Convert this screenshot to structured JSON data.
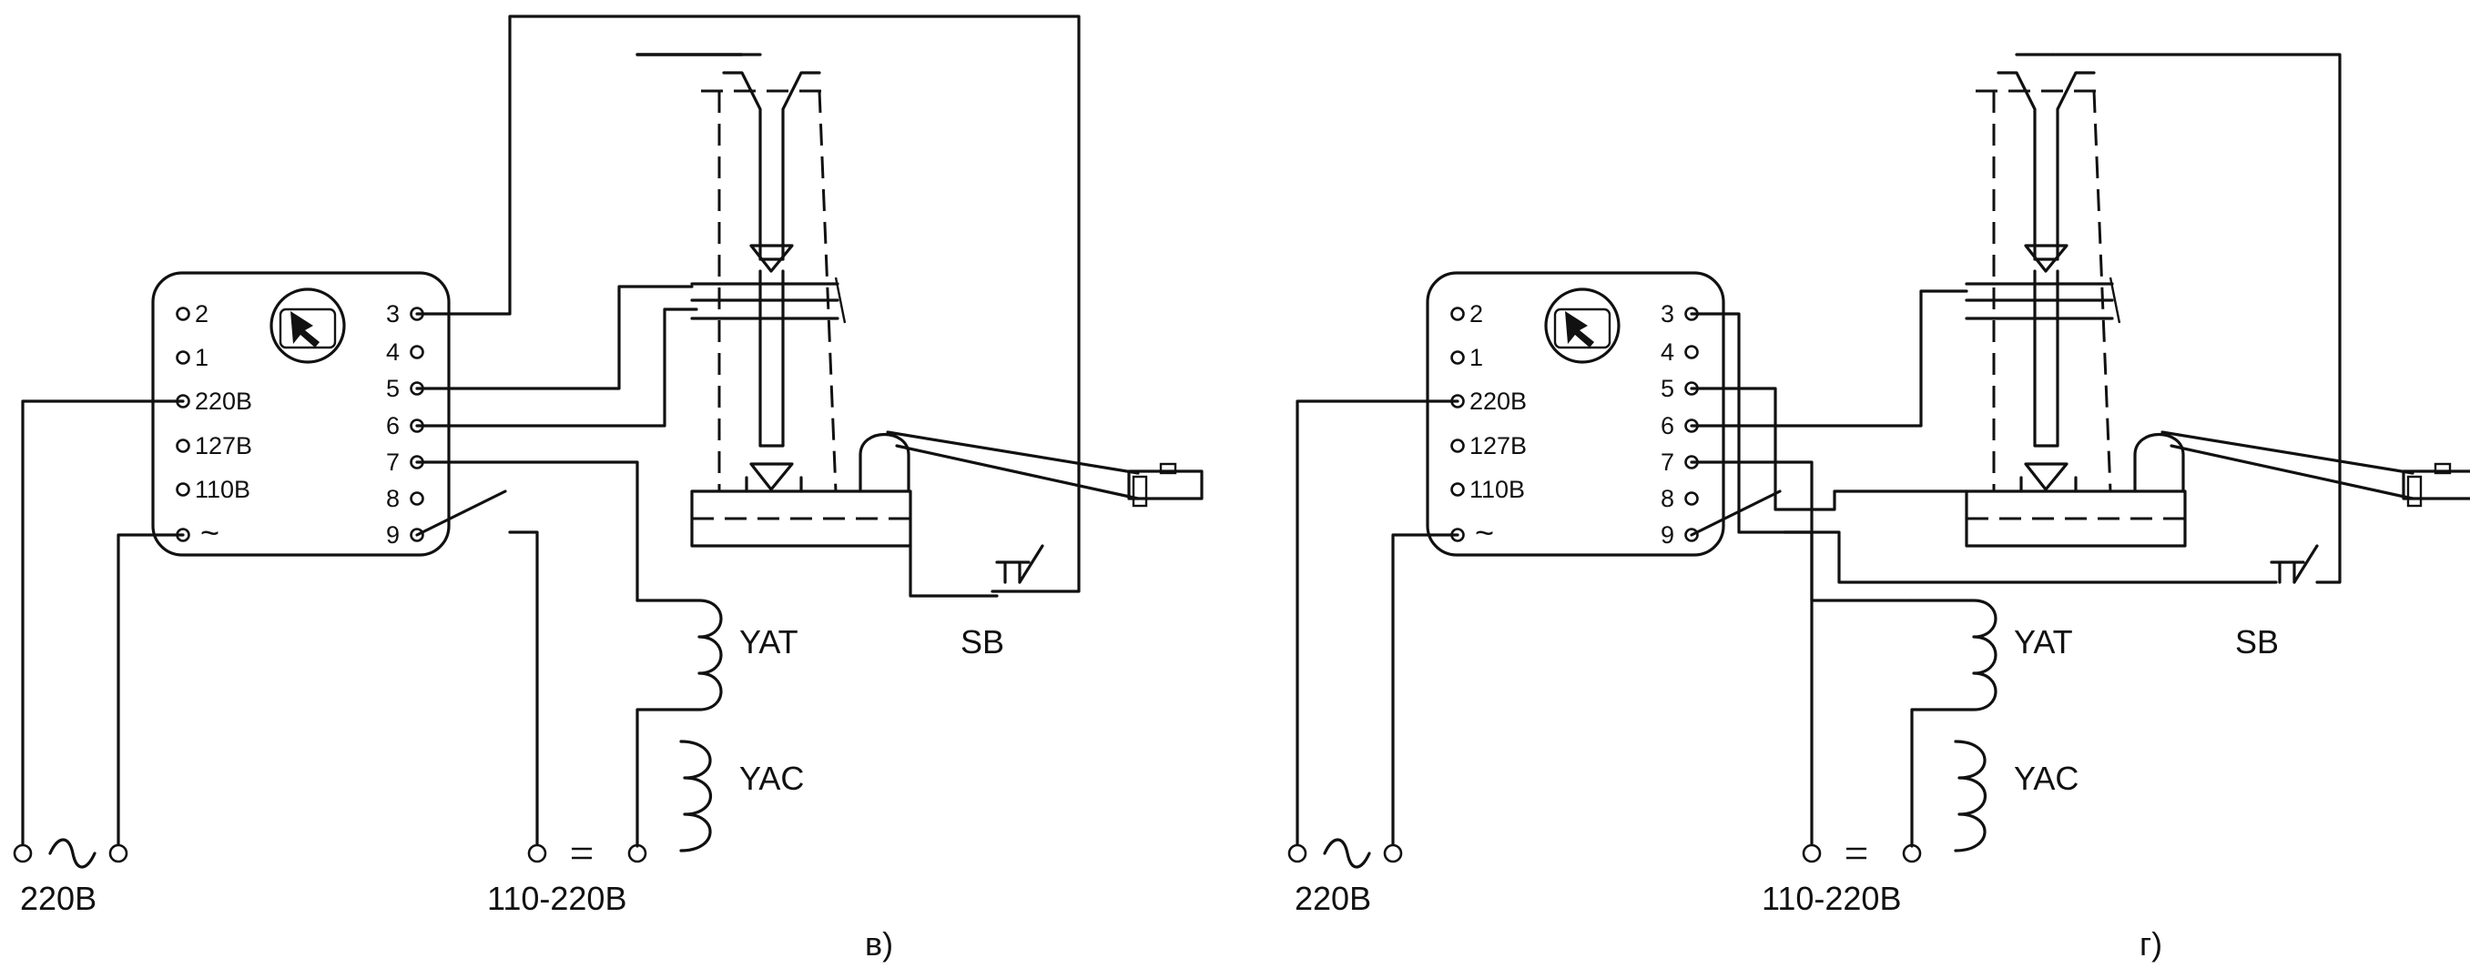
{
  "colors": {
    "ink": "#111111",
    "paper": "#ffffff"
  },
  "diagrams": [
    {
      "caption": "в)",
      "left_terminals": [
        "2",
        "1",
        "220В",
        "127В",
        "110В",
        "~"
      ],
      "right_terminals": [
        "3",
        "4",
        "5",
        "6",
        "7",
        "8",
        "9"
      ],
      "labels": {
        "yat": "YAT",
        "yac": "YAC",
        "sb": "SB"
      },
      "supply_ac": {
        "voltage": "220В",
        "symbol": "~"
      },
      "supply_dc": {
        "voltage": "110-220В",
        "symbol": "="
      }
    },
    {
      "caption": "г)",
      "left_terminals": [
        "2",
        "1",
        "220В",
        "127В",
        "110В",
        "~"
      ],
      "right_terminals": [
        "3",
        "4",
        "5",
        "6",
        "7",
        "8",
        "9"
      ],
      "labels": {
        "yat": "YAT",
        "yac": "YAC",
        "sb": "SB"
      },
      "supply_ac": {
        "voltage": "220В",
        "symbol": "~"
      },
      "supply_dc": {
        "voltage": "110-220В",
        "symbol": "="
      }
    }
  ]
}
